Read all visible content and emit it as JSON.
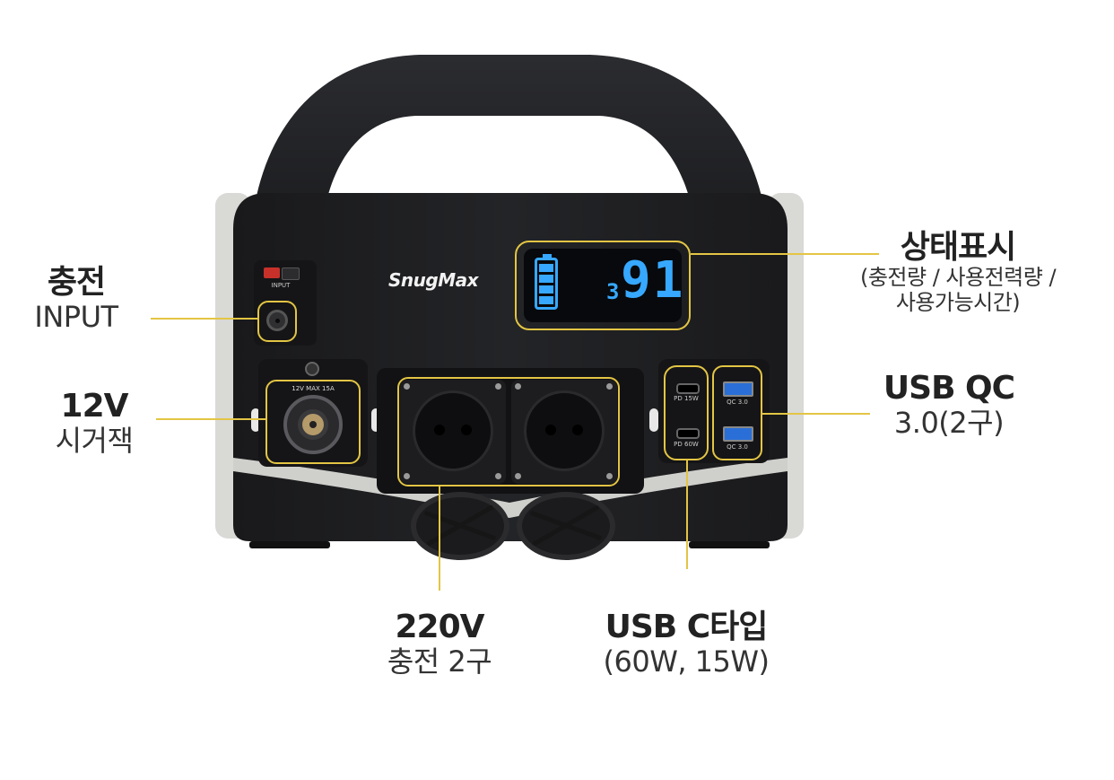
{
  "brand": "SnugMax",
  "display": {
    "small_digit": "3",
    "big_digits": "91",
    "battery_bars": 4
  },
  "port_text": {
    "input": "INPUT",
    "cig": "12V  MAX 15A",
    "usbc_top": "PD 15W",
    "usbc_bottom": "PD 60W",
    "qc_top": "QC 3.0",
    "qc_bottom": "QC 3.0"
  },
  "callouts": {
    "input": {
      "title": "충전",
      "sub": "INPUT"
    },
    "car12v": {
      "title": "12V",
      "sub": "시거잭"
    },
    "status": {
      "title": "상태표시",
      "sub1": "(충전량 / 사용전력량 /",
      "sub2": "사용가능시간)"
    },
    "usbqc": {
      "title": "USB QC",
      "sub": "3.0(2구)"
    },
    "ac220": {
      "title": "220V",
      "sub": "충전 2구"
    },
    "usbc": {
      "title": "USB C타입",
      "sub": "(60W, 15W)"
    }
  },
  "colors": {
    "callout_line": "#e3c544",
    "body": "#1f2023",
    "display_blue": "#37a8ff"
  }
}
